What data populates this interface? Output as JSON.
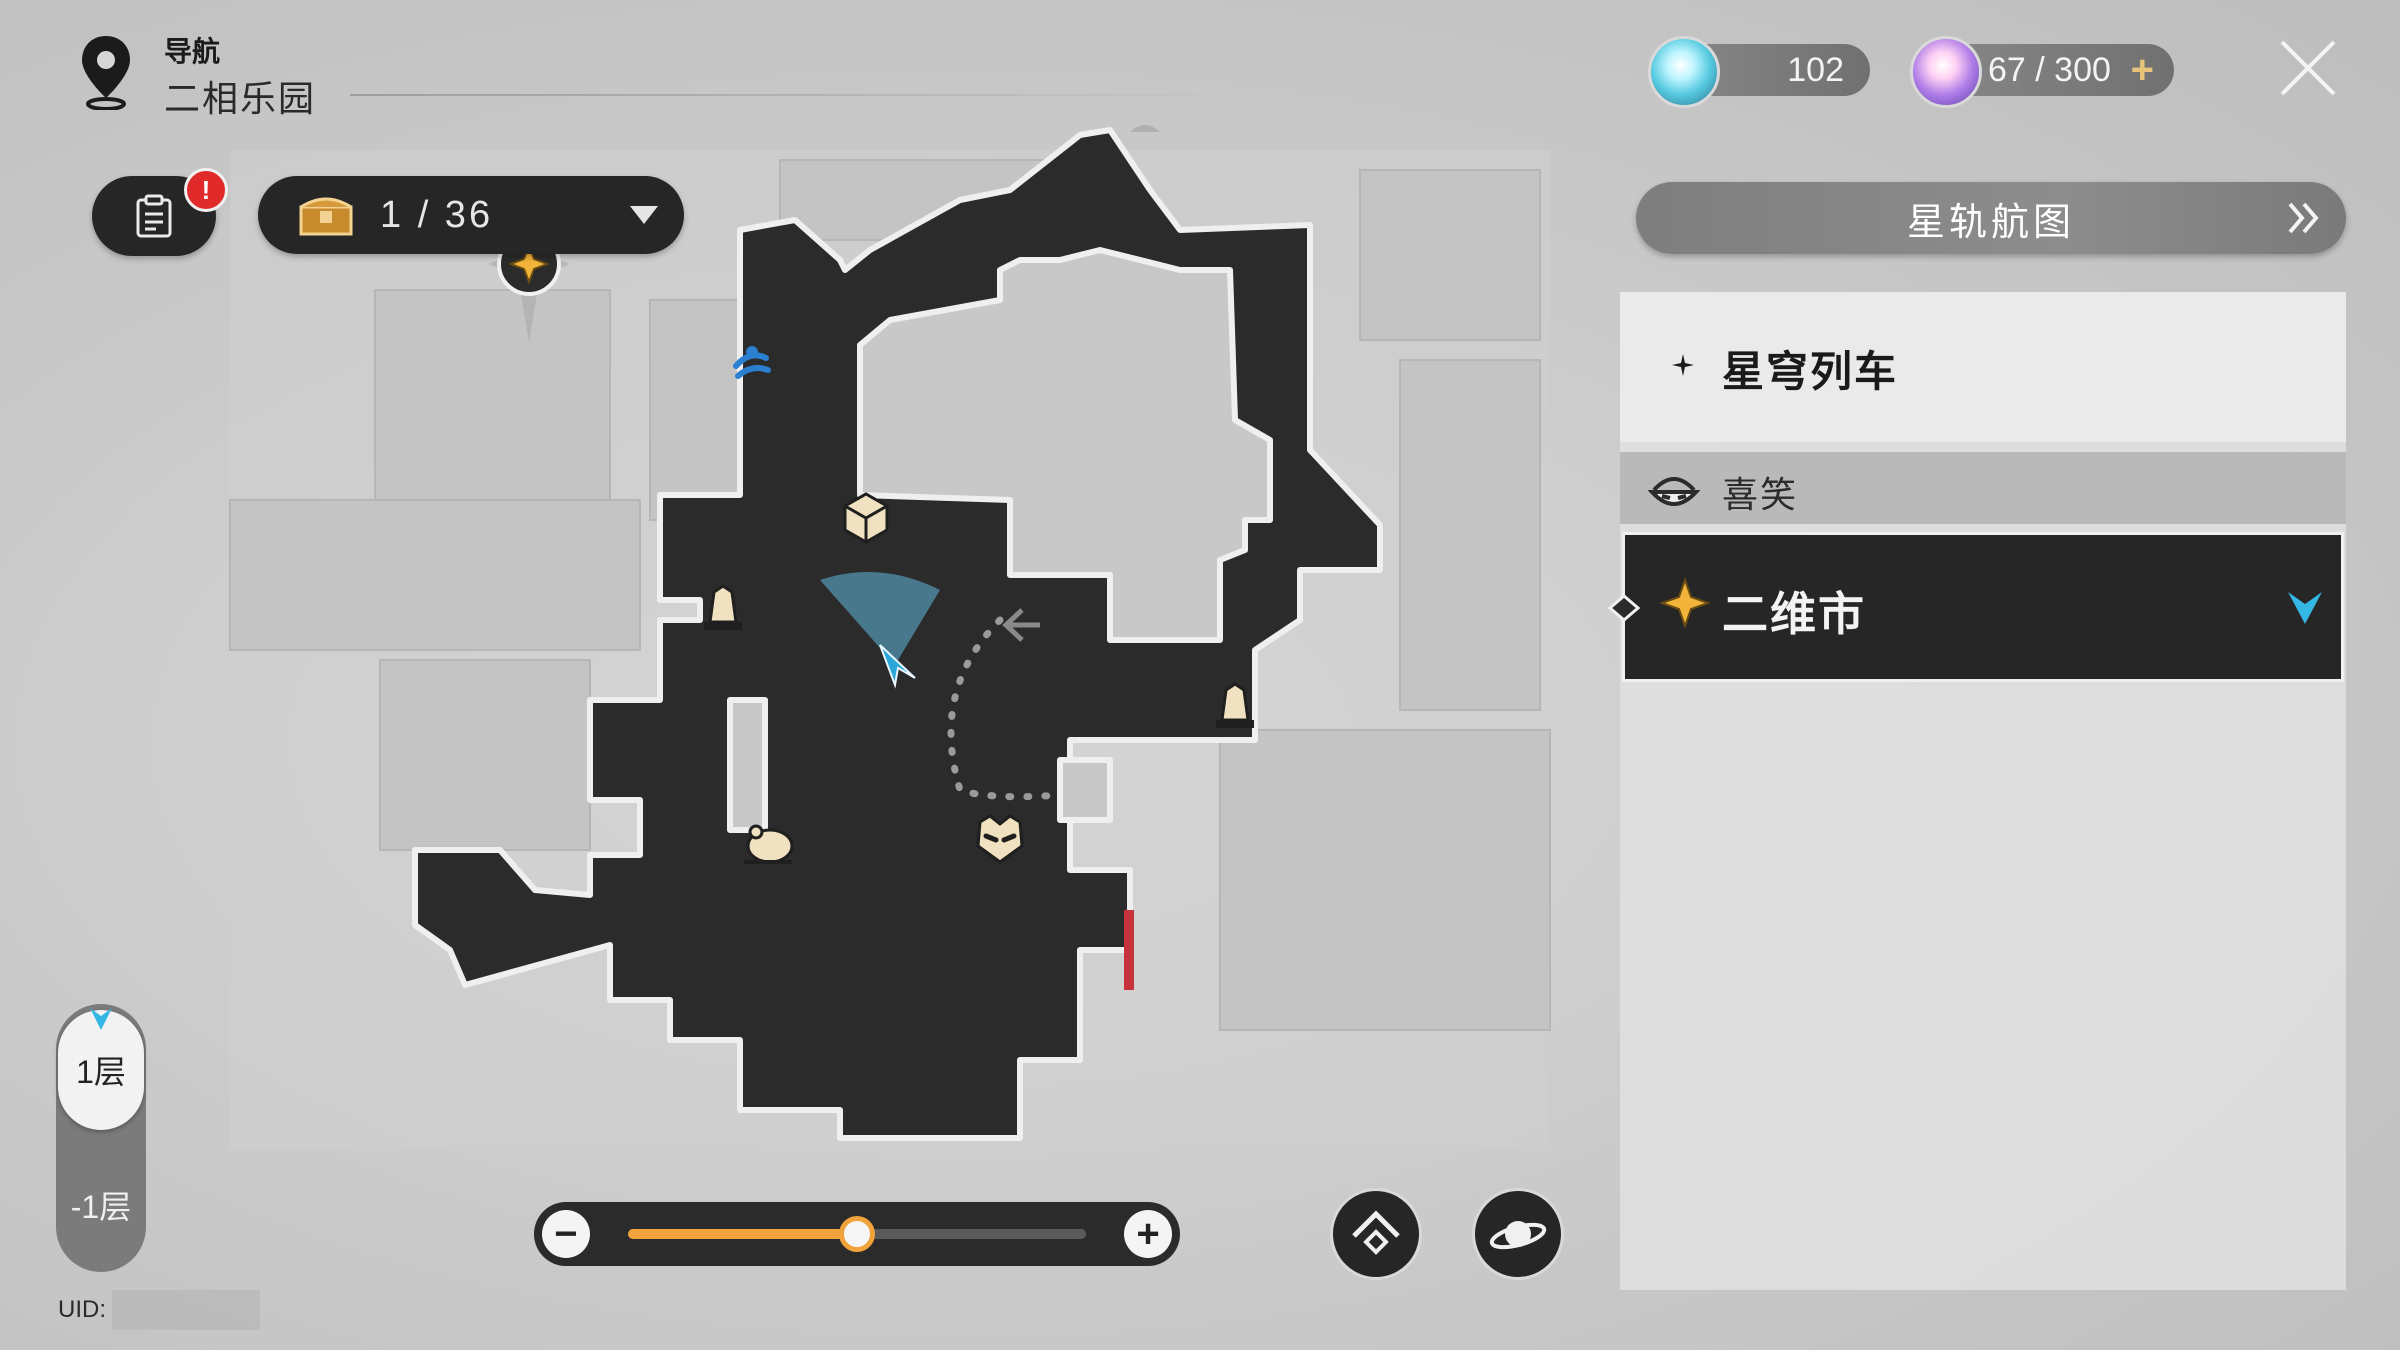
{
  "nav": {
    "label": "导航",
    "area": "二相乐园"
  },
  "quest": {
    "icon": "quest-list-icon",
    "alert": "!"
  },
  "chest": {
    "icon": "treasure-chest-icon",
    "count": "1 / 36"
  },
  "currencies": [
    {
      "icon": "trailblaze-power-icon",
      "value": "102"
    },
    {
      "icon": "reserved-power-icon",
      "value": "67 / 300",
      "add": "+"
    }
  ],
  "starmap": {
    "label": "星轨航图"
  },
  "panel": {
    "world": "星穹列车",
    "section": "喜笑",
    "selected_map": "二维市"
  },
  "floors": {
    "current": "1层",
    "other": "-1层"
  },
  "uid": {
    "label": "UID:"
  },
  "zoom": {
    "minus": "−",
    "plus": "+",
    "level": 0.5
  },
  "colors": {
    "accent_orange": "#f0a23b",
    "player_blue": "#2aa7d8",
    "alert_red": "#e12b2b",
    "map_dark": "#2a2a2a"
  }
}
